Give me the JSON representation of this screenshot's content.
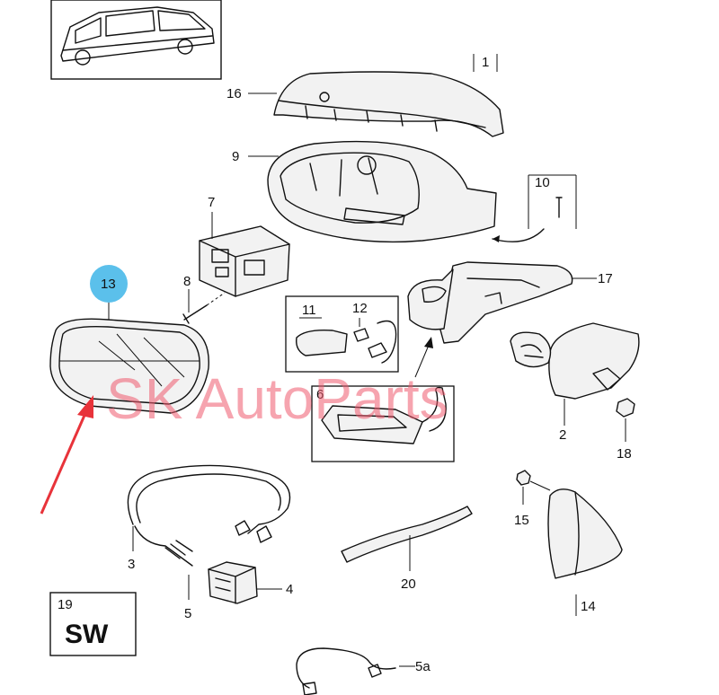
{
  "labels": {
    "p1": "1",
    "p2": "2",
    "p3": "3",
    "p4": "4",
    "p5": "5",
    "p5a": "5a",
    "p6": "6",
    "p7": "7",
    "p8": "8",
    "p9": "9",
    "p10": "10",
    "p11": "11",
    "p12": "12",
    "p13": "13",
    "p14": "14",
    "p15": "15",
    "p16": "16",
    "p17": "17",
    "p18": "18",
    "p19": "19",
    "p20": "20",
    "sw": "SW"
  },
  "watermark": "SK AutoParts",
  "colors": {
    "highlight_badge": "#5bc0eb",
    "arrow": "#e8333a",
    "watermark": "#f05a6e",
    "line": "#111111"
  }
}
